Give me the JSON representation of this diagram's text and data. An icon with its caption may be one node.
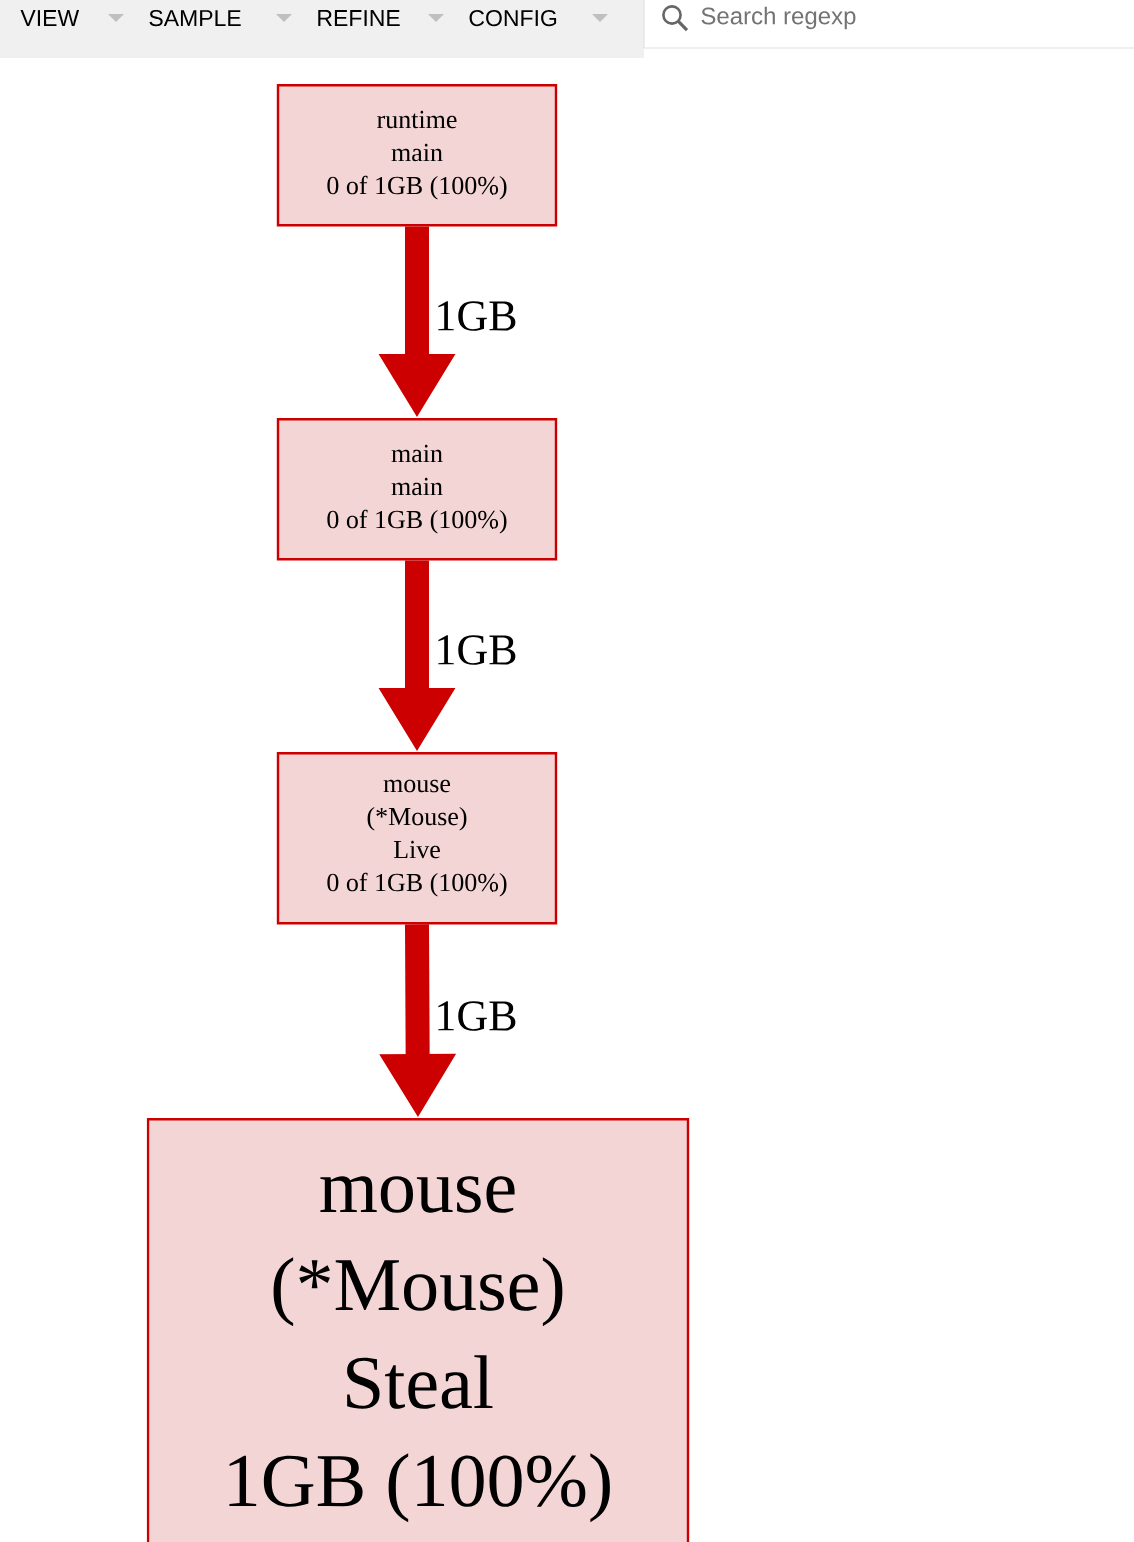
{
  "diagram": {
    "nodes": [
      {
        "text": [
          "runtime",
          "main",
          "0 of 1GB (100%)"
        ]
      },
      {
        "text": [
          "main",
          "main",
          "0 of 1GB (100%)"
        ]
      },
      {
        "text": [
          "mouse",
          "(*Mouse)",
          "Live",
          "0 of 1GB (100%)"
        ]
      },
      {
        "text": [
          "mouse",
          "(*Mouse)",
          "Steal",
          "1GB (100%)"
        ]
      }
    ],
    "edges": [
      {
        "from": 0,
        "to": 1,
        "arrow": "to",
        "label": "1GB"
      },
      {
        "from": 1,
        "to": 2,
        "arrow": "to",
        "label": "1GB"
      },
      {
        "from": 2,
        "to": 3,
        "arrow": "to",
        "label": "1GB"
      }
    ],
    "labels": [
      "VIEW",
      "SAMPLE",
      "REFINE",
      "CONFIG",
      "Search regexp"
    ]
  }
}
